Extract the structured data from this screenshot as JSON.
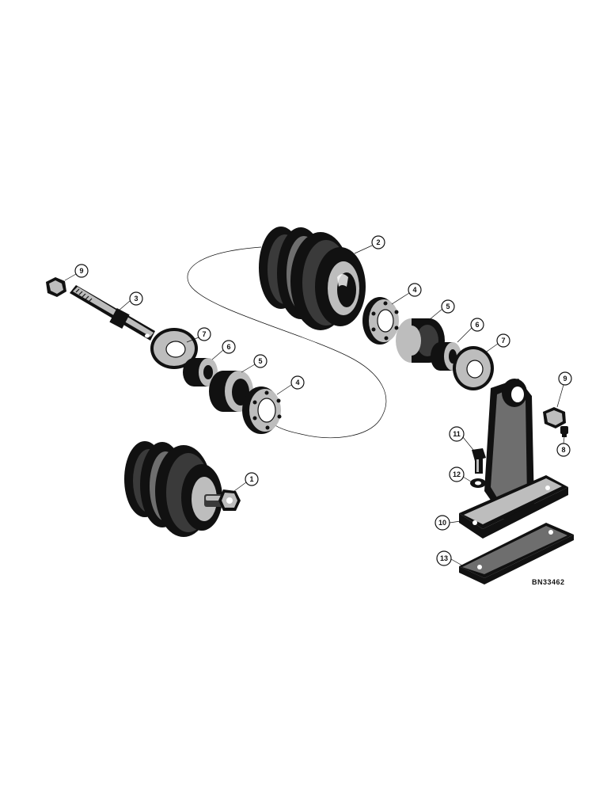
{
  "drawing_ref": "BN33462",
  "callouts": [
    {
      "id": "c1",
      "label": "1"
    },
    {
      "id": "c2",
      "label": "2"
    },
    {
      "id": "c3",
      "label": "3"
    },
    {
      "id": "c4a",
      "label": "4"
    },
    {
      "id": "c4b",
      "label": "4"
    },
    {
      "id": "c5a",
      "label": "5"
    },
    {
      "id": "c5b",
      "label": "5"
    },
    {
      "id": "c6a",
      "label": "6"
    },
    {
      "id": "c6b",
      "label": "6"
    },
    {
      "id": "c7a",
      "label": "7"
    },
    {
      "id": "c7b",
      "label": "7"
    },
    {
      "id": "c8",
      "label": "8"
    },
    {
      "id": "c9a",
      "label": "9"
    },
    {
      "id": "c9b",
      "label": "9"
    },
    {
      "id": "c10",
      "label": "10"
    },
    {
      "id": "c11",
      "label": "11"
    },
    {
      "id": "c12",
      "label": "12"
    },
    {
      "id": "c13",
      "label": "13"
    }
  ]
}
